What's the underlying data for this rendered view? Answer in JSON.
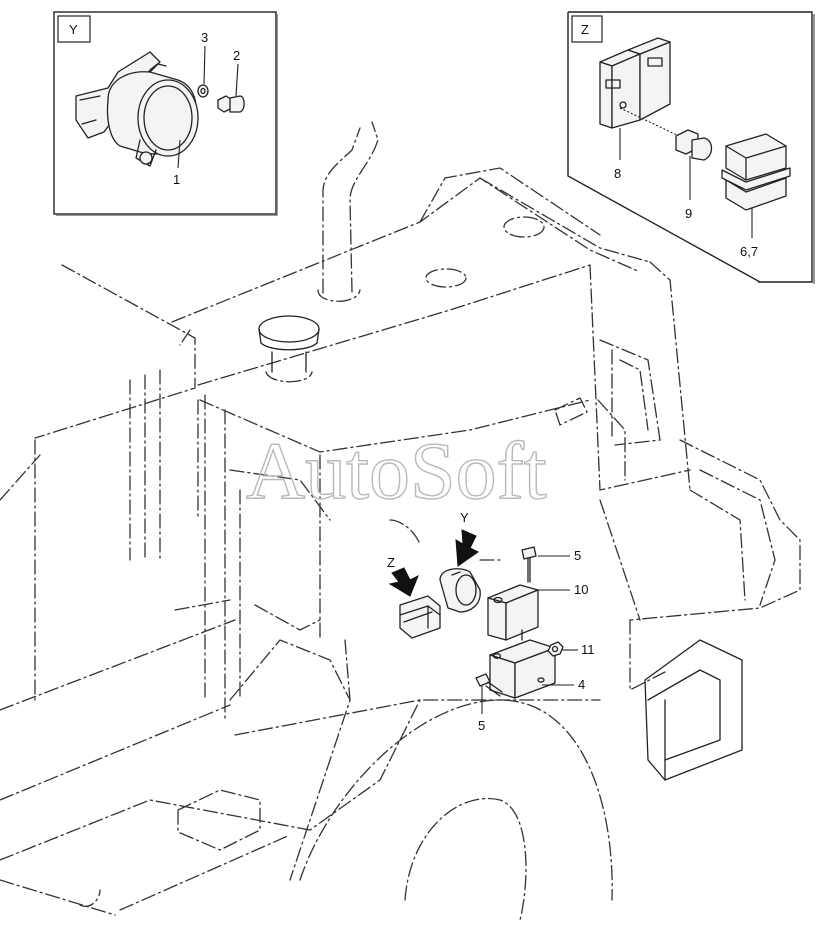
{
  "watermark": "AutoSoft",
  "views": [
    {
      "id": "Y",
      "label": "Y"
    },
    {
      "id": "Z",
      "label": "Z"
    }
  ],
  "arrows": [
    {
      "id": "Y",
      "label": "Y"
    },
    {
      "id": "Z",
      "label": "Z"
    }
  ],
  "callouts": {
    "c1": "1",
    "c2": "2",
    "c3": "3",
    "c8": "8",
    "c9": "9",
    "c67": "6,7",
    "c5a": "5",
    "c10": "10",
    "c11": "11",
    "c4": "4",
    "c5b": "5"
  },
  "colors": {
    "line": "#222222",
    "phantom": "#333333",
    "watermark": "#b9b9b9",
    "arrow": "#111111"
  }
}
